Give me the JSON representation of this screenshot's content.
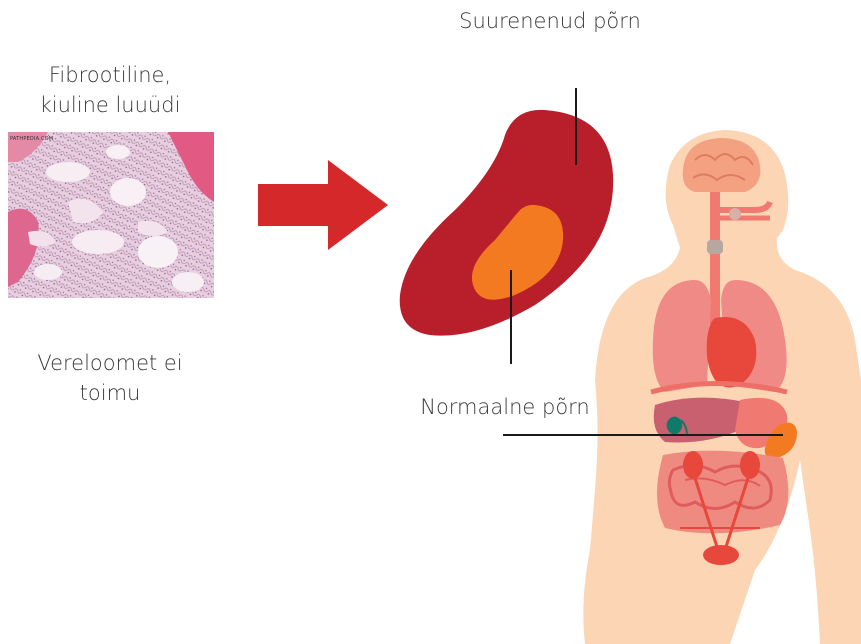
{
  "labels": {
    "marrow_line1": "Fibrootiline,",
    "marrow_line2": "kiuline luuüdi",
    "hema_line1": "Vereloomet ei",
    "hema_line2": "toimu",
    "enlarged_spleen": "Suurenenud põrn",
    "normal_spleen": "Normaalne põrn"
  },
  "micrograph": {
    "watermark": "PATHPEDIA.COM"
  },
  "colors": {
    "arrow": "#d4282a",
    "spleen_enlarged": "#b81f2b",
    "spleen_normal": "#f37a20",
    "skin": "#fcd5b5",
    "brain": "#f4a182",
    "lungs": "#f08a86",
    "heart": "#e8473c",
    "liver": "#c96070",
    "intestine": "#ef6a6a",
    "gallbladder": "#0f7a6a"
  },
  "icons": {
    "arrow": "right-arrow-icon",
    "spleen": "spleen-icon",
    "body": "human-anatomy-icon"
  }
}
